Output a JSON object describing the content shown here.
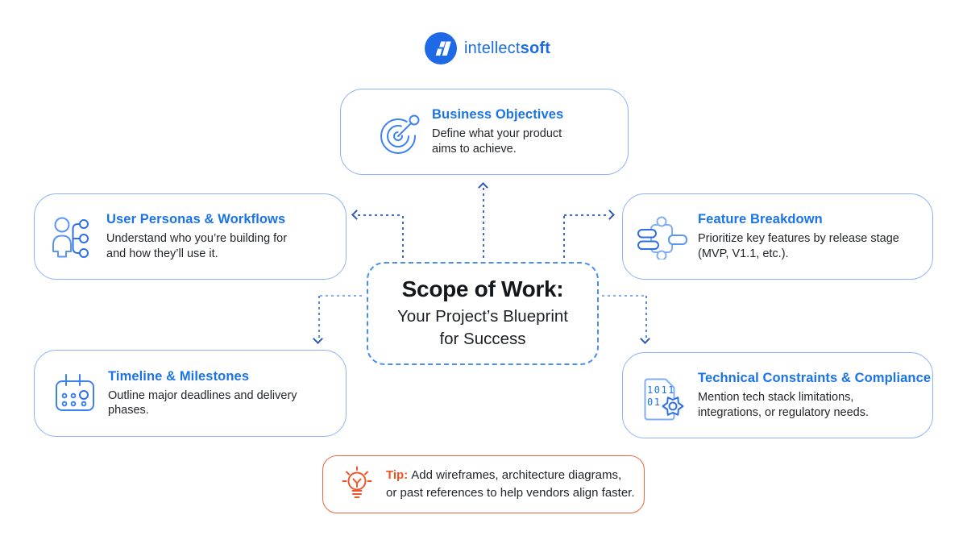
{
  "brand": {
    "name_regular": "intellect",
    "name_bold": "soft"
  },
  "center": {
    "title": "Scope of Work:",
    "subtitle_lines": [
      "Your Project’s Blueprint",
      "for Success"
    ]
  },
  "cards": [
    {
      "id": "business-objectives",
      "icon": "target-icon",
      "title": "Business Objectives",
      "desc_lines": [
        "Define what your product",
        "aims to achieve."
      ]
    },
    {
      "id": "user-personas-workflows",
      "icon": "persona-workflow-icon",
      "title": "User Personas & Workflows",
      "desc_lines": [
        "Understand who you’re building for",
        "and how they’ll use it."
      ]
    },
    {
      "id": "feature-breakdown",
      "icon": "modules-icon",
      "title": "Feature Breakdown",
      "desc_lines": [
        "Prioritize key features by release stage",
        "(MVP, V1.1, etc.)."
      ]
    },
    {
      "id": "timeline-milestones",
      "icon": "calendar-icon",
      "title": "Timeline & Milestones",
      "desc_lines": [
        "Outline major deadlines and delivery",
        "phases."
      ]
    },
    {
      "id": "technical-constraints-compliance",
      "icon": "binary-doc-gear-icon",
      "title": "Technical Constraints & Compliance",
      "desc_lines": [
        "Mention tech stack limitations,",
        "integrations, or regulatory needs."
      ],
      "icon_text": [
        "1011",
        "01"
      ]
    }
  ],
  "tip": {
    "label": "Tip:",
    "lines": [
      "Add wireframes, architecture diagrams,",
      "or past references to help vendors align faster."
    ]
  },
  "colors": {
    "accent_blue": "#1a73e8",
    "card_border_blue": "#8cb4f4",
    "connector_blue": "#3e6ad0",
    "dark_text": "#22262b",
    "tip_orange": "#f1531f",
    "logo_blue": "#1e6ae6"
  }
}
